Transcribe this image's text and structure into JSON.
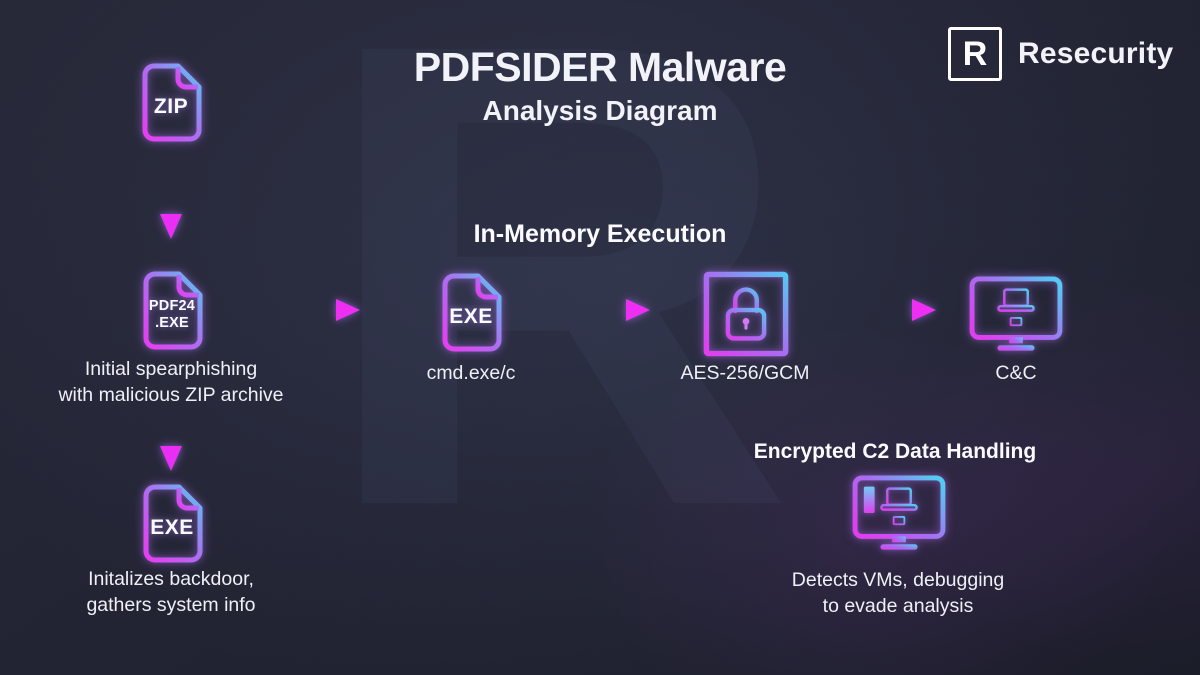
{
  "title": {
    "line1": "PDFSIDER Malware",
    "line2": "Analysis Diagram"
  },
  "brand": {
    "name": "Resecurity",
    "mark_letter": "R"
  },
  "watermark": {
    "letter": "R"
  },
  "colors": {
    "background": "#232535",
    "accent_cyan": "#5ac8f4",
    "accent_magenta": "#e93df2",
    "text": "#f2f3f8"
  },
  "flow": {
    "zip": {
      "label": "ZIP"
    },
    "pdf24": {
      "label_line1": "PDF24",
      "label_line2": ".EXE"
    },
    "stage1_caption": {
      "line1": "Initial spearphishing",
      "line2": "with malicious ZIP archive"
    },
    "exe_backdoor": {
      "label": "EXE"
    },
    "stage2_caption": {
      "line1": "Initalizes backdoor,",
      "line2": "gathers system info"
    },
    "inmemory": {
      "heading": "In-Memory Execution"
    },
    "cmd": {
      "label": "EXE",
      "caption": "cmd.exe/c"
    },
    "aes": {
      "caption": "AES-256/GCM"
    },
    "cnc": {
      "caption": "C&C"
    },
    "c2": {
      "heading": "Encrypted C2 Data Handling",
      "caption_line1": "Detects VMs, debugging",
      "caption_line2": "to evade analysis"
    }
  }
}
